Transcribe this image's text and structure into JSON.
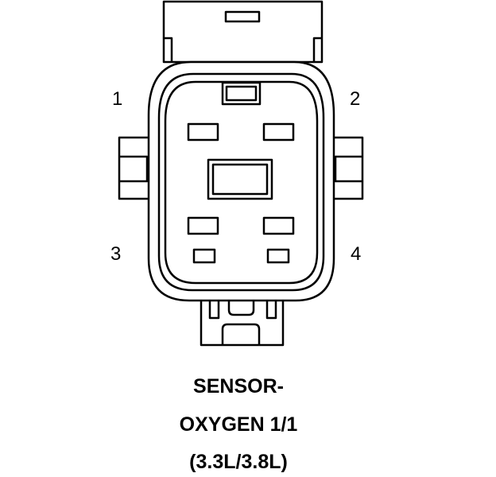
{
  "connector": {
    "pins": [
      {
        "number": "1"
      },
      {
        "number": "2"
      },
      {
        "number": "3"
      },
      {
        "number": "4"
      }
    ],
    "caption": {
      "line1": "SENSOR-",
      "line2": "OXYGEN 1/1",
      "line3": "(3.3L/3.8L)"
    }
  },
  "colors": {
    "stroke": "#000000",
    "background": "#ffffff"
  }
}
